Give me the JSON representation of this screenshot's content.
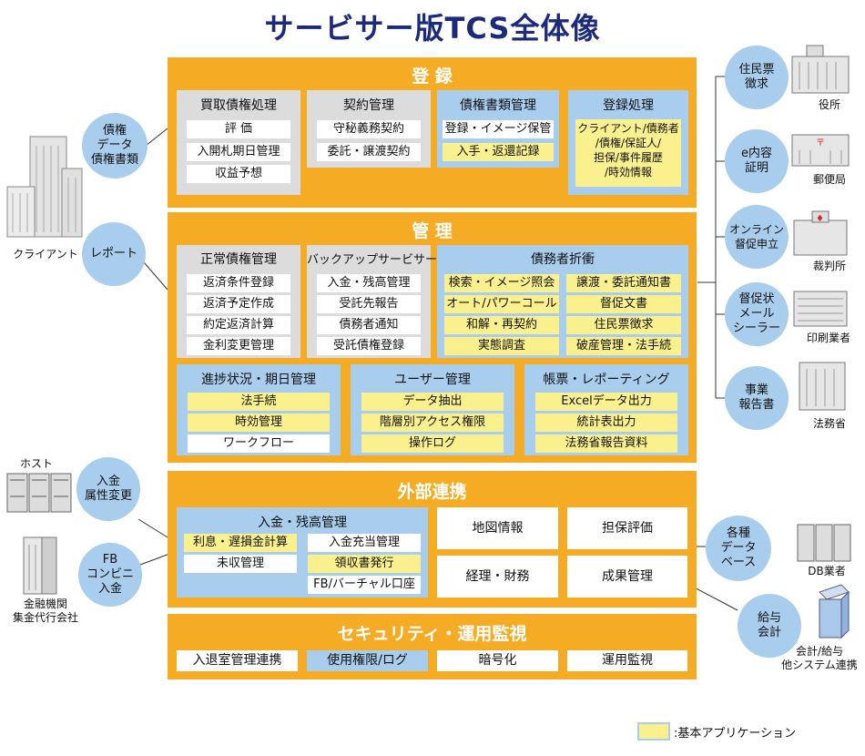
{
  "title": "サービサー版TCS全体像",
  "registration": {
    "title": "登 録",
    "groups": [
      {
        "header": "買取債権処理",
        "items": [
          "評 価",
          "入開札期日管理",
          "収益予想"
        ]
      },
      {
        "header": "契約管理",
        "items": [
          "守秘義務契約",
          "委託・譲渡契約"
        ]
      },
      {
        "header": "債権書類管理",
        "items": [
          "登録・イメージ保管",
          "入手・返還記録"
        ]
      },
      {
        "header": "登録処理",
        "items": [
          "クライアント/債務者\n/債権/保証人/\n担保/事件履歴\n/時効情報"
        ]
      }
    ]
  },
  "management": {
    "title": "管 理",
    "normal": {
      "header": "正常債権管理",
      "items": [
        "返済条件登録",
        "返済予定作成",
        "約定返済計算",
        "金利変更管理"
      ]
    },
    "backup": {
      "header": "バックアップサービサー",
      "items": [
        "入金・残高管理",
        "受託先報告",
        "債務者通知",
        "受託債権登録"
      ]
    },
    "negotiation": {
      "header": "債務者折衝",
      "items": [
        "検索・イメージ照会",
        "譲渡・委託通知書",
        "オート/パワーコール",
        "督促文書",
        "和解・再契約",
        "住民票徴求",
        "実態調査",
        "破産管理・法手続"
      ]
    },
    "progress": {
      "header": "進捗状況・期日管理",
      "items": [
        "法手続",
        "時効管理",
        "ワークフロー"
      ]
    },
    "user": {
      "header": "ユーザー管理",
      "items": [
        "データ抽出",
        "階層別アクセス権限",
        "操作ログ"
      ]
    },
    "report": {
      "header": "帳票・レポーティング",
      "items": [
        "Excelデータ出力",
        "統計表出力",
        "法務省報告資料"
      ]
    }
  },
  "external": {
    "title": "外部連携",
    "deposit": {
      "header": "入金・残高管理",
      "items": [
        "利息・遅損金計算",
        "入金充当管理",
        "未収管理",
        "領収書発行",
        "FB/バーチャル口座"
      ]
    },
    "cells": [
      "地図情報",
      "担保評価",
      "経理・財務",
      "成果管理"
    ]
  },
  "security": {
    "title": "セキュリティ・運用監視",
    "items": [
      "入退室管理連携",
      "使用権限/ログ",
      "暗号化",
      "運用監視"
    ]
  },
  "left_nodes": {
    "circles": [
      "債権\nデータ\n債権書類",
      "レポート",
      "入金\n属性変更",
      "FB\nコンビニ\n入金"
    ],
    "labels": [
      "クライアント",
      "ホスト",
      "金融機関\n集金代行会社"
    ]
  },
  "right_nodes": {
    "circles": [
      "住民票\n徴求",
      "e内容\n証明",
      "オンライン\n督促申立",
      "督促状\nメール\nシーラー",
      "事業\n報告書",
      "各種\nデータ\nベース",
      "給与\n会計"
    ],
    "labels": [
      "役所",
      "郵便局",
      "裁判所",
      "印刷業者",
      "法務省",
      "DB業者",
      "会計/給与\n他システム連携"
    ]
  },
  "legend": {
    "label": ":基本アプリケーション"
  },
  "colors": {
    "title": "#1b2a7a",
    "section": "#f5ac24",
    "blue": "#a9cdec",
    "gray": "#dcdcdc",
    "yellow": "#faf08e"
  }
}
